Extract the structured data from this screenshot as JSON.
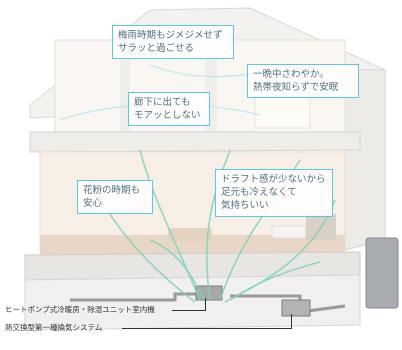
{
  "callouts": {
    "rainy_season": "梅雨時期もジメジメせず\nサラッと過ごせる",
    "hallway": "廊下に出ても\nモアッとしない",
    "overnight": "一晩中さわやか。\n熱帯夜知らずで安眠",
    "pollen": "花粉の時期も\n安心",
    "draft": "ドラフト感が少ないから\n足元も冷えなくて\n気持ちいい"
  },
  "legend": {
    "heat_pump_unit": "ヒートポンプ式冷暖房・除湿ユニット室内機",
    "ventilation_system": "熱交換型第一種換気システム"
  },
  "colors": {
    "accent_border": "#5cc6e6",
    "callout_text": "#4f6f84",
    "airflow": "#7fd3b8",
    "ceiling_flow": "#b9e6f3"
  }
}
